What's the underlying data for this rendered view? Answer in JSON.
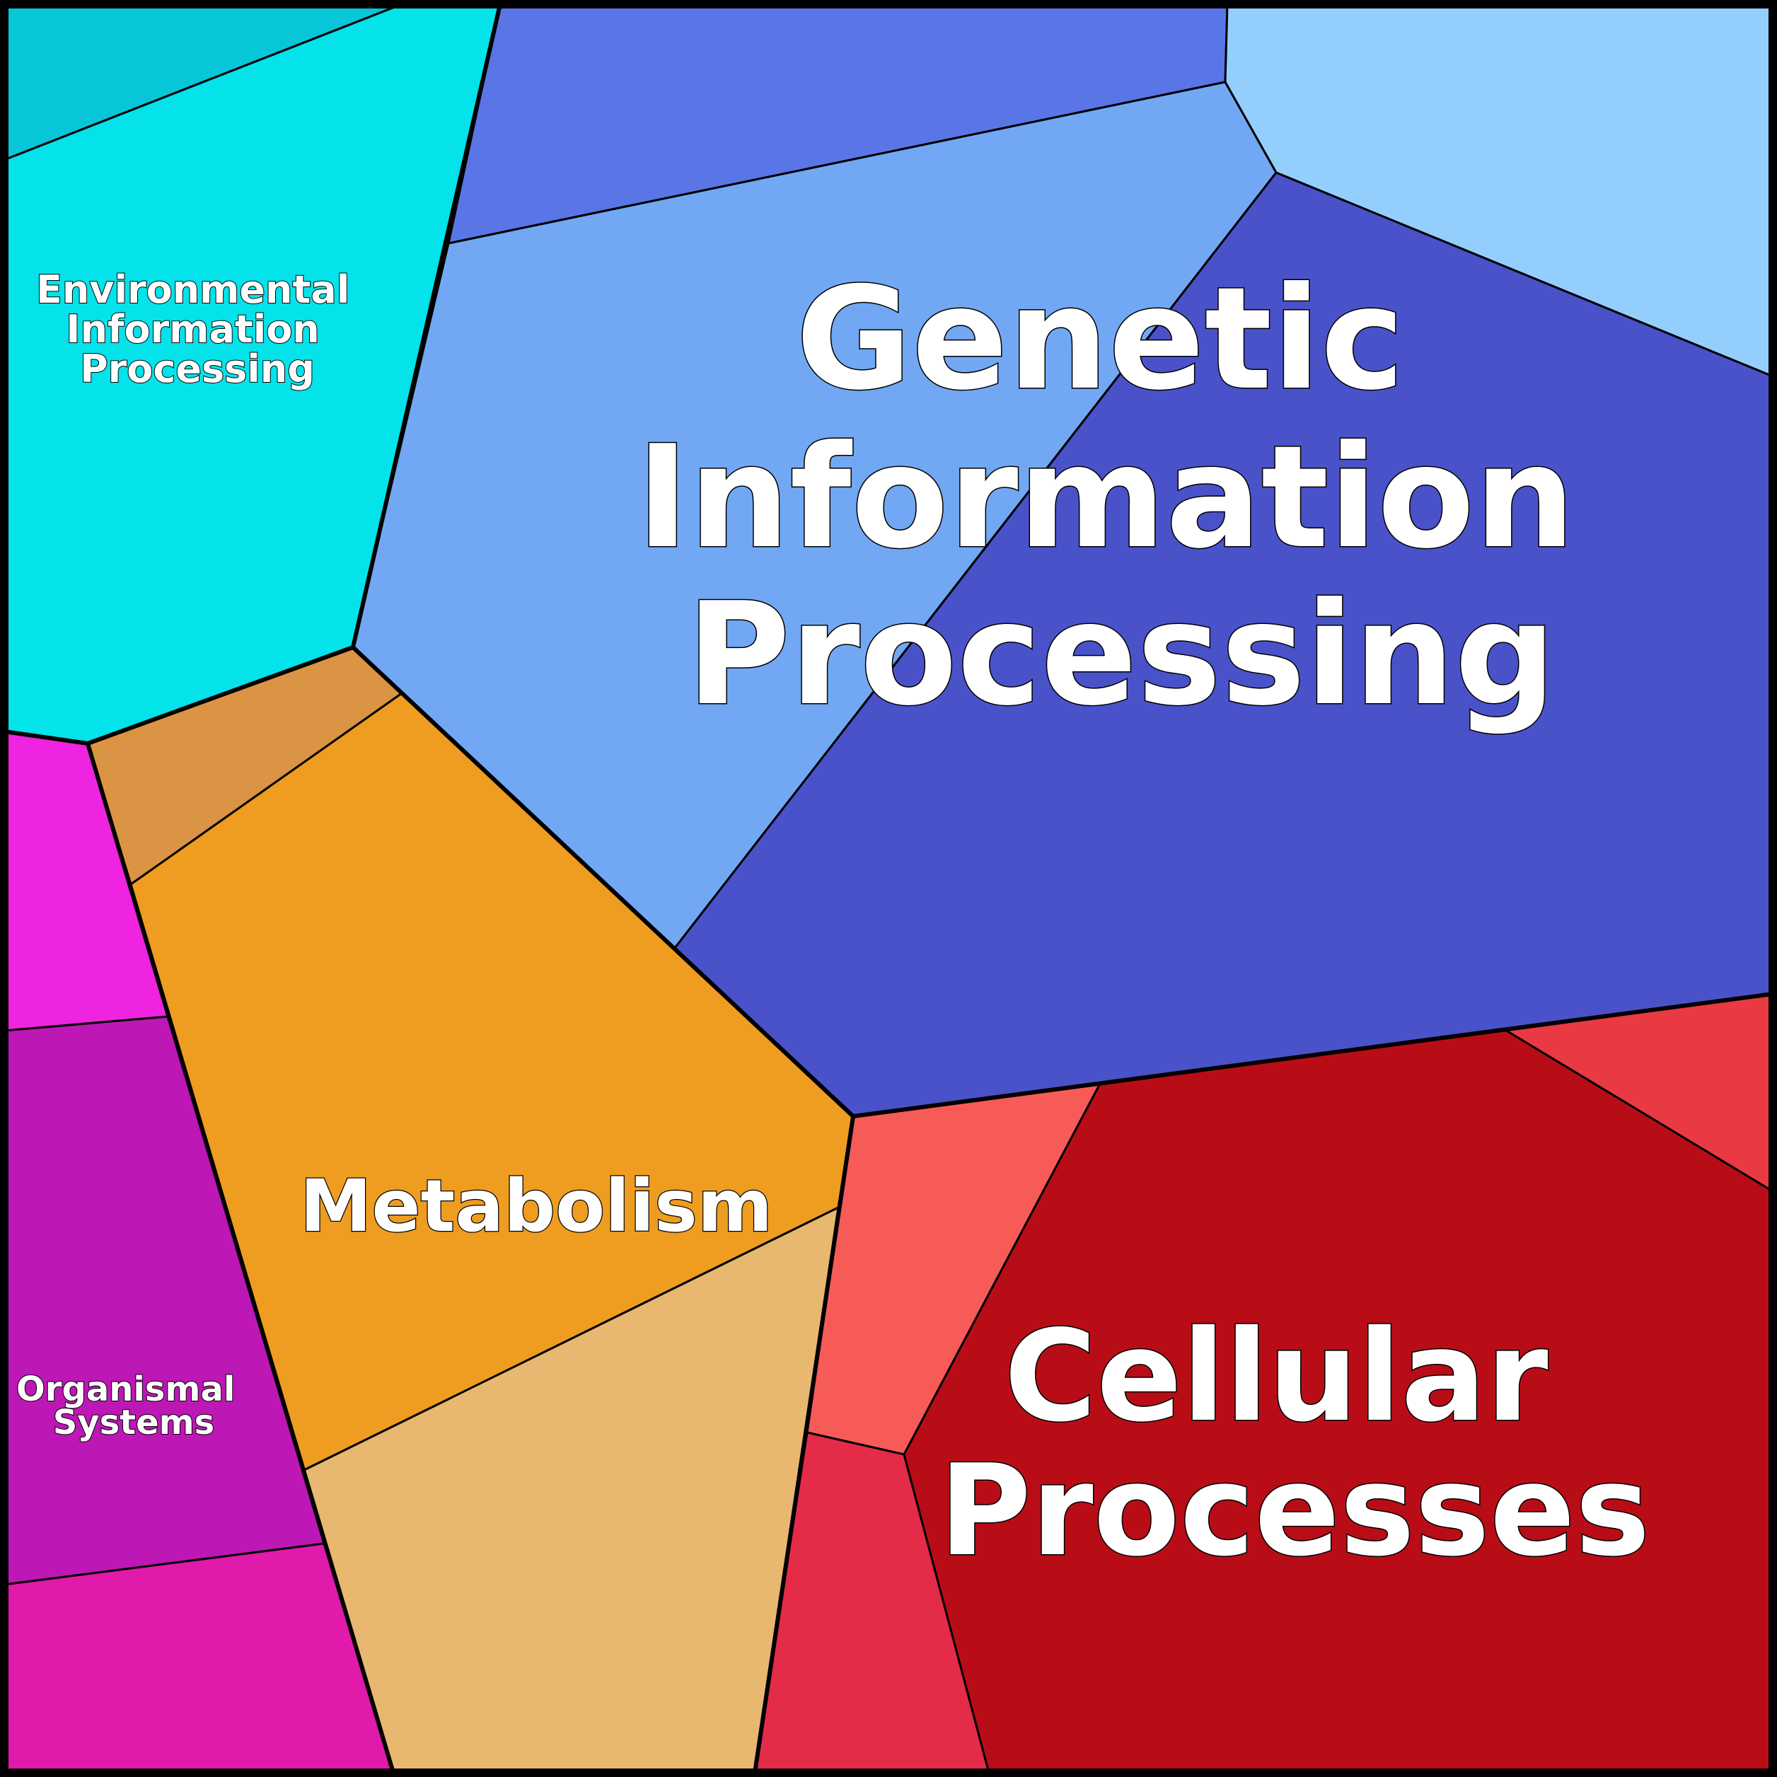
{
  "diagram": {
    "type": "voronoi-treemap",
    "categories": [
      {
        "key": "genetic",
        "lines": [
          "Genetic",
          "Information",
          "Processing"
        ],
        "cells": [
          {
            "name": "genetic-cell-1",
            "color": "#5A75E6"
          },
          {
            "name": "genetic-cell-2",
            "color": "#94CEFC"
          },
          {
            "name": "genetic-cell-3",
            "color": "#72A8F3"
          },
          {
            "name": "genetic-cell-4",
            "color": "#4A52C9"
          }
        ]
      },
      {
        "key": "environmental",
        "lines": [
          "Environmental",
          "Information",
          "Processing"
        ],
        "cells": [
          {
            "name": "environmental-cell-1",
            "color": "#07C6D8"
          },
          {
            "name": "environmental-cell-2",
            "color": "#04E2EA"
          }
        ]
      },
      {
        "key": "metabolism",
        "lines": [
          "Metabolism"
        ],
        "cells": [
          {
            "name": "metabolism-cell-1",
            "color": "#DA9444"
          },
          {
            "name": "metabolism-cell-2",
            "color": "#EE9D20"
          },
          {
            "name": "metabolism-cell-3",
            "color": "#E8B870"
          }
        ]
      },
      {
        "key": "organismal",
        "lines": [
          "Organismal",
          "Systems"
        ],
        "cells": [
          {
            "name": "organismal-cell-1",
            "color": "#EE24E0"
          },
          {
            "name": "organismal-cell-2",
            "color": "#BD17B5"
          },
          {
            "name": "organismal-cell-3",
            "color": "#E01AAB"
          }
        ]
      },
      {
        "key": "cellular",
        "lines": [
          "Cellular",
          "Processes"
        ],
        "cells": [
          {
            "name": "cellular-cell-1",
            "color": "#F75B58"
          },
          {
            "name": "cellular-cell-2",
            "color": "#E42B48"
          },
          {
            "name": "cellular-cell-3",
            "color": "#B80D17"
          },
          {
            "name": "cellular-cell-4",
            "color": "#E93A44"
          }
        ]
      }
    ]
  }
}
